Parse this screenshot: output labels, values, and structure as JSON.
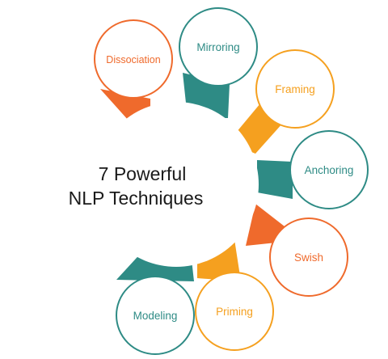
{
  "title_lines": [
    "7 Powerful",
    "NLP Techniques"
  ],
  "colors": {
    "orange_red": "#ef6a2c",
    "teal": "#2e8b85",
    "amber": "#f5a01f",
    "text_dark": "#1a1a1a"
  },
  "techniques": [
    {
      "label": "Dissociation",
      "color": "#ef6a2c",
      "icon": "circle-badge-icon"
    },
    {
      "label": "Mirroring",
      "color": "#2e8b85",
      "icon": "circle-badge-icon"
    },
    {
      "label": "Framing",
      "color": "#f5a01f",
      "icon": "circle-badge-icon"
    },
    {
      "label": "Anchoring",
      "color": "#2e8b85",
      "icon": "circle-badge-icon"
    },
    {
      "label": "Swish",
      "color": "#ef6a2c",
      "icon": "circle-badge-icon"
    },
    {
      "label": "Priming",
      "color": "#f5a01f",
      "icon": "circle-badge-icon"
    },
    {
      "label": "Modeling",
      "color": "#2e8b85",
      "icon": "circle-badge-icon"
    }
  ]
}
